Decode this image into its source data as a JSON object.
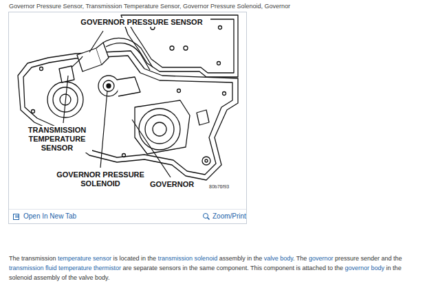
{
  "diagram": {
    "title": "Governor Pressure Sensor, Transmission Temperature Sensor, Governor Pressure Solenoid, Governor",
    "caption": "The transmission temperature sensor is located in the transmission solenoid assembly in the valve body. The governor pressure sender and the transmission fluid temperature thermistor are separate sensors in the same component. This component is attached to the governor body in the solenoid assembly of the valve body.",
    "labels": [
      "GOVERNOR PRESSURE SENSOR",
      "TRANSMISSION TEMPERATURE SENSOR",
      "GOVERNOR PRESSURE SOLENOID",
      "GOVERNOR",
      "80b76f93",
      "Open In New Tab",
      "Zoom/Print"
    ]
  }
}
